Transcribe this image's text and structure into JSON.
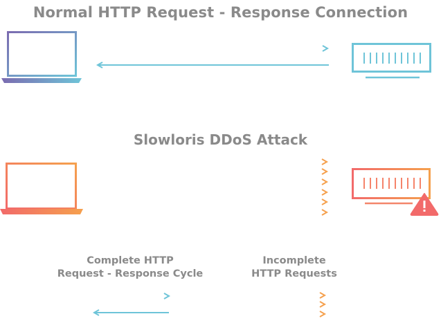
{
  "titles": {
    "normal": "Normal HTTP Request - Response Connection",
    "slowloris": "Slowloris DDoS Attack"
  },
  "legend": {
    "complete_line1": "Complete HTTP",
    "complete_line2": "Request - Response Cycle",
    "incomplete_line1": "Incomplete",
    "incomplete_line2": "HTTP Requests"
  },
  "colors": {
    "text": "#8a8a8a",
    "normal_gradient": [
      "#7b6bb0",
      "#6ec4d8"
    ],
    "attack_gradient": [
      "#f26a6a",
      "#f5a04d"
    ],
    "warning": "#f26a6a"
  },
  "icons": [
    "laptop-icon",
    "server-icon",
    "warning-icon",
    "arrow-right-icon",
    "arrow-left-icon"
  ]
}
